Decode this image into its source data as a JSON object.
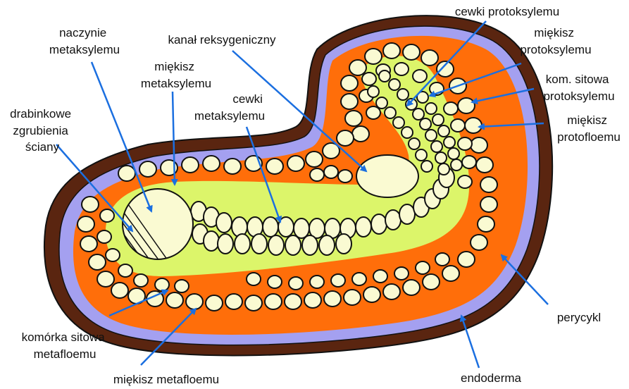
{
  "colors": {
    "outer_layer": "#5a2510",
    "pericycle": "#a4a0f0",
    "phloem": "#ff6e0a",
    "xylem_parenchyma": "#dcf56a",
    "cells": "#fafad2",
    "outline": "#111111",
    "arrow": "#1b6fe0"
  },
  "labels": {
    "naczynie_metaksylemu": [
      "naczynie",
      "metaksylemu"
    ],
    "kanal_reksygeniczny": [
      "kanał reksygeniczny"
    ],
    "cewki_protoksylemu": [
      "cewki protoksylemu"
    ],
    "miekisz_protoksylemu": [
      "miękisz",
      "protoksylemu"
    ],
    "miekisz_metaksylemu": [
      "miękisz",
      "metaksylemu"
    ],
    "cewki_metaksylemu": [
      "cewki",
      "metaksylemu"
    ],
    "drabinkowe_zgrubienia": [
      "drabinkowe",
      "zgrubienia",
      "ściany"
    ],
    "kom_sitowa_protoksylemu": [
      "kom. sitowa",
      "protoksylemu"
    ],
    "miekisz_protofloemu": [
      "miękisz",
      "protofloemu"
    ],
    "komorka_sitowa_metafloemu": [
      "komórka sitowa",
      "metafloemu"
    ],
    "miekisz_metafloemu": [
      "miękisz metafloemu"
    ],
    "perycykl": [
      "perycykl"
    ],
    "endoderma": [
      "endoderma"
    ]
  }
}
